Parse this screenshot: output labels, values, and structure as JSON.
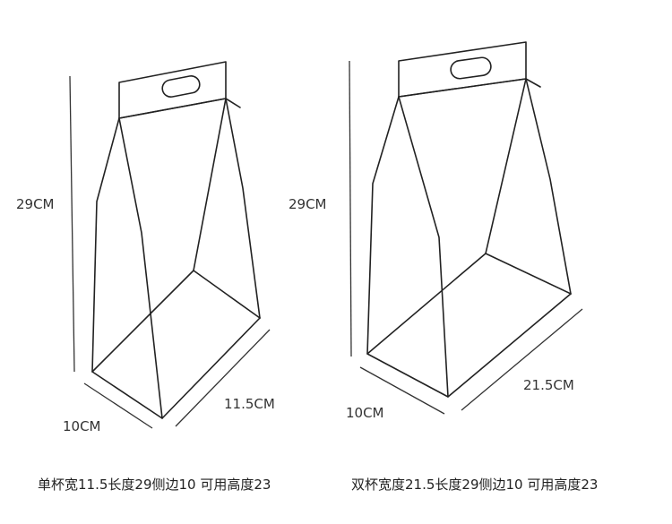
{
  "left_bag": {
    "height_label": "29CM",
    "depth_label": "10CM",
    "width_label": "11.5CM",
    "caption": "单杯宽11.5长度29侧边10   可用高度23"
  },
  "right_bag": {
    "height_label": "29CM",
    "depth_label": "10CM",
    "width_label": "21.5CM",
    "caption": "双杯宽度21.5长度29侧边10   可用高度23"
  }
}
